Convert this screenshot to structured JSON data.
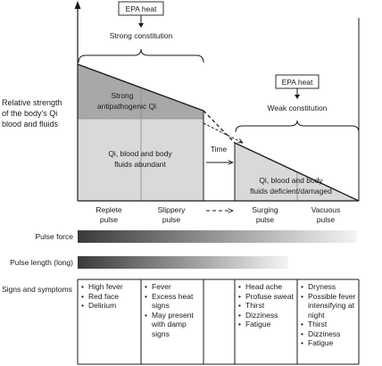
{
  "y_axis_label": [
    "Relative strength",
    "of the body's Qi",
    "blood and fluids"
  ],
  "strong": {
    "box": "EPA heat",
    "label": "Strong constitution"
  },
  "weak": {
    "box": "EPA heat",
    "label": "Weak constitution"
  },
  "regions": {
    "antipathogenic": [
      "Strong",
      "antipathogenic Qi"
    ],
    "qi_abundant": [
      "Qi, blood and body",
      "fluids abundant"
    ],
    "time": "Time",
    "qi_deficient": [
      "Qi, blood and body",
      "fluids deficient/damaged"
    ]
  },
  "pulses": [
    [
      "Replete",
      "pulse"
    ],
    [
      "Slippery",
      "pulse"
    ],
    [
      "Surging",
      "pulse"
    ],
    [
      "Vacuous",
      "pulse"
    ]
  ],
  "rows": {
    "pulse_force": "Pulse force",
    "pulse_length": "Pulse length (long)",
    "signs": "Signs and symptoms"
  },
  "symptoms": {
    "replete": [
      "High fever",
      "Red face",
      "Delirium"
    ],
    "slippery": [
      "Fever",
      "Excess heat signs",
      "May present with damp signs"
    ],
    "surging": [
      "Head ache",
      "Profuse sweat",
      "Thirst",
      "Dizziness",
      "Fatigue"
    ],
    "vacuous": [
      "Dryness",
      "Possible fever intensifying at night",
      "Thirst",
      "Dizziness",
      "Fatigue"
    ]
  },
  "colors": {
    "dark_shade": "#a8a8a8",
    "light_shade": "#d9d9d9",
    "line": "#1a1a1a"
  }
}
